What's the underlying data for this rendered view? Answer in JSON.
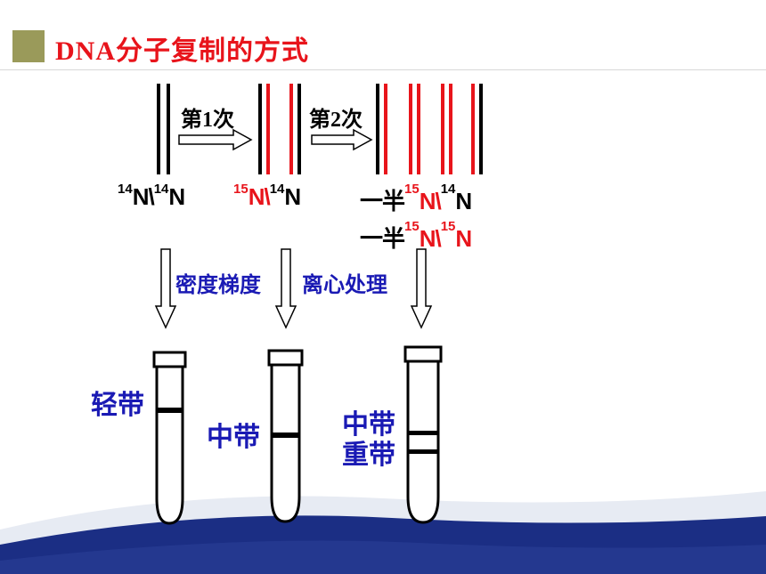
{
  "title": "DNA分子复制的方式",
  "steps": {
    "first": "第1次",
    "second": "第2次"
  },
  "labels": {
    "gen0": {
      "sup1": "14",
      "n1": "N\\",
      "sup2": "14",
      "n2": "N"
    },
    "gen1": {
      "sup1": "15",
      "n1": "N\\",
      "sup2": "14",
      "n2": "N"
    },
    "gen2a": {
      "prefix": "一半",
      "sup1": "15",
      "n1": "N\\",
      "sup2": "14",
      "n2": "N"
    },
    "gen2b": {
      "prefix": "一半",
      "sup1": "15",
      "n1": "N\\",
      "sup2": "15",
      "n2": "N"
    }
  },
  "process": {
    "left": "密度梯度",
    "right": "离心处理"
  },
  "bands": {
    "light": "轻带",
    "middle": "中带",
    "middle2": "中带",
    "heavy": "重带"
  },
  "colors": {
    "title": "#e8141b",
    "accent_square": "#9a9a5a",
    "old_strand": "#000000",
    "new_strand": "#e8141b",
    "process_text": "#1a1ab4",
    "footer": "#1b2e84"
  }
}
